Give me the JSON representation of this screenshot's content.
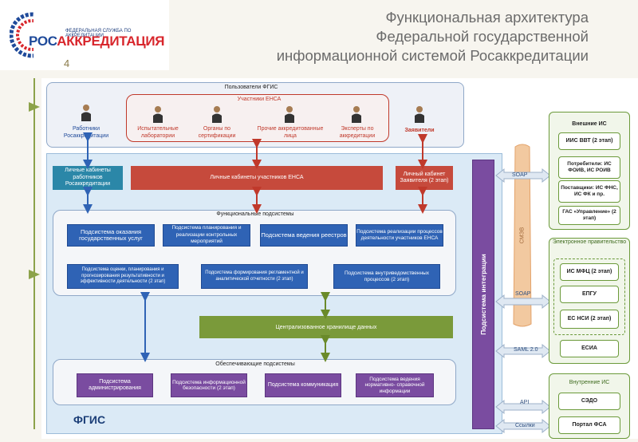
{
  "title": {
    "line1": "Функциональная архитектура",
    "line2": "Федеральной государственной",
    "line3": "информационной системой Росаккредитации"
  },
  "logo": {
    "small_text": "ФЕДЕРАЛЬНАЯ СЛУЖБА ПО АККРЕДИТАЦИИ",
    "big_text_part1": "РОС",
    "big_text_part2": "АККРЕДИТАЦИЯ"
  },
  "slide_number": "4",
  "users": {
    "title": "Пользователи ФГИС",
    "participants_title": "Участники ЕНСА",
    "workers": "Работники Росаккредитации",
    "labs": "Испытательные лаборатории",
    "certbodies": "Органы по сертификации",
    "others": "Прочие аккредитованные лица",
    "experts": "Эксперты по аккредитации",
    "applicants": "Заявители"
  },
  "cabinets": {
    "workers": "Личные кабинеты работников Росаккредитации",
    "participants": "Личные кабинеты участников ЕНСА",
    "applicant": "Личный кабинет Заявителя (2 этап)"
  },
  "functional": {
    "title": "Функциональные подсистемы",
    "b1": "Подсистема оказания государственных услуг",
    "b2": "Подсистема планирования и реализации контрольных мероприятий",
    "b3": "Подсистема ведения реестров",
    "b4": "Подсистема реализации процессов деятельности участников ЕНСА",
    "b5": "Подсистема оценки, планирования и прогнозирования результативности и эффективности деятельности (2 этап)",
    "b6": "Подсистема формирования регламентной и аналитической отчетности (2 этап)",
    "b7": "Подсистема внутриведомственных процессов (2 этап)"
  },
  "storage": "Централизованное хранилище данных",
  "support": {
    "title": "Обеспечивающие подсистемы",
    "b1": "Подсистема администрирования",
    "b2": "Подсистема информационной безопасности (2 этап)",
    "b3": "Подсистема коммуникация",
    "b4": "Подсистема ведения нормативно- справочной информации"
  },
  "fgis_label": "ФГИС",
  "integration": "Подсистема интеграции",
  "smev": "СМЭВ",
  "protocols": {
    "soap1": "SOAP",
    "soap2": "SOAP",
    "saml": "SAML 2.0",
    "api": "API",
    "links": "Ссылки"
  },
  "external": {
    "title": "Внешние ИС",
    "b1": "ИИС ВВТ (2 этап)",
    "b2": "Потребители: ИС ФОИВ, ИС РОИВ",
    "b3": "Поставщики: ИС ФНС, ИС ФК и пр.",
    "b4": "ГАС «Управление» (2 этап)"
  },
  "egov": {
    "title": "Электронное правительство",
    "b1": "ИС МФЦ (2 этап)",
    "b2": "ЕПГУ",
    "b3": "ЕС НСИ (2 этап)",
    "b4": "ЕСИА"
  },
  "internal": {
    "title": "Внутренние ИС",
    "b1": "СЭДО",
    "b2": "Портал ФСА"
  },
  "colors": {
    "accent_green": "#8ca24a",
    "blue_box": "#2f63b5",
    "purple_box": "#7a4ca0",
    "red_box": "#c64a3c",
    "teal_box": "#2b87a8",
    "storage_green": "#7a9a3a"
  }
}
